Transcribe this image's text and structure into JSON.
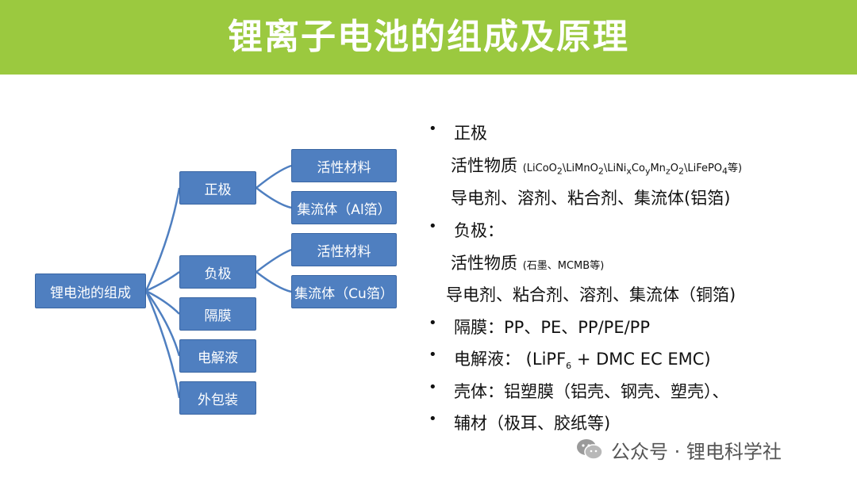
{
  "header": {
    "title": "锂离子电池的组成及原理",
    "bg_color": "#9bc93f"
  },
  "diagram": {
    "root": "锂电池的组成",
    "positive": "正极",
    "negative": "负极",
    "separator": "隔膜",
    "electrolyte": "电解液",
    "packaging": "外包装",
    "pos_active": "活性材料",
    "pos_collector": "集流体（Al箔）",
    "neg_active": "活性材料",
    "neg_collector": "集流体（Cu箔）",
    "box_color": "#4f7fc0"
  },
  "content": {
    "bullet": "•",
    "positive_heading": "正极",
    "pos_active_label": "活性物质",
    "pos_active_formula": {
      "open": "(LiCoO",
      "s1": "2",
      "t1": "\\LiMnO",
      "s2": "2",
      "t2": "\\LiNi",
      "s3": "x",
      "t3": "Co",
      "s4": "y",
      "t4": "Mn",
      "s5": "z",
      "t5": "O",
      "s6": "2",
      "t6": "\\LiFePO",
      "s7": "4",
      "t7": "等)"
    },
    "pos_additives": "导电剂、溶剂、粘合剂、集流体(铝箔)",
    "negative_heading": "负极：",
    "neg_active_label": "活性物质",
    "neg_active_detail": "(石墨、MCMB等)",
    "neg_additives": "导电剂、粘合剂、溶剂、集流体（铜箔)",
    "separator_line": "隔膜：PP、PE、PP/PE/PP",
    "electrolyte_pre": "电解液：  (LiPF",
    "electrolyte_sub": "6",
    "electrolyte_post": " + DMC EC EMC)",
    "shell_line": "壳体：铝塑膜（铝壳、钢壳、塑壳）、",
    "aux_line": "辅材（极耳、胶纸等)"
  },
  "watermark": {
    "text": "公众号 · 锂电科学社"
  }
}
